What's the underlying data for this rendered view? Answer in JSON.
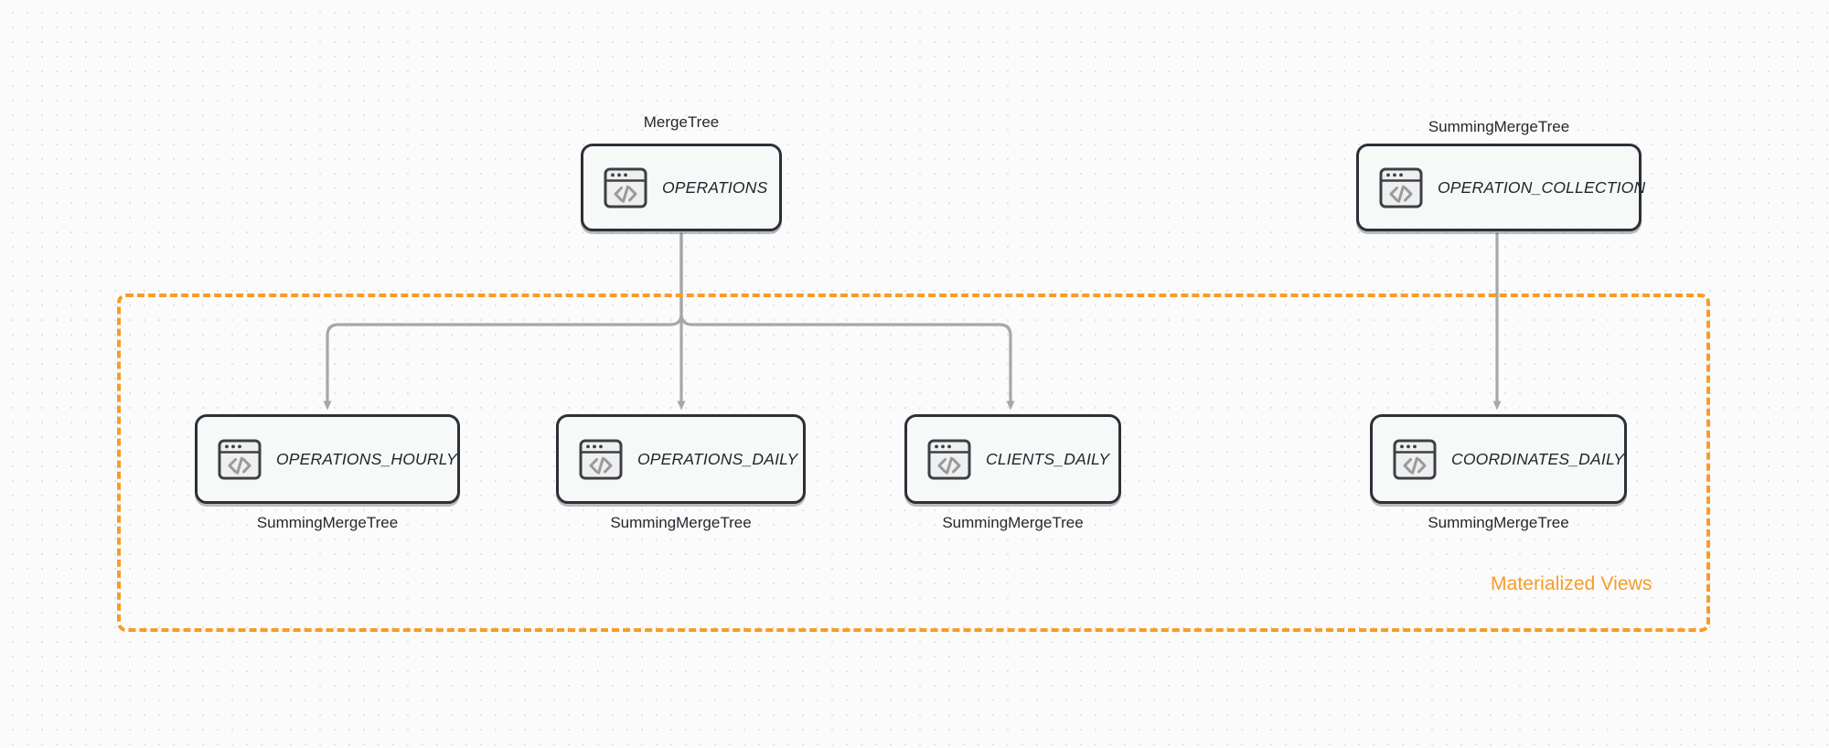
{
  "diagram": {
    "title": "ClickHouse table and materialized view topology",
    "background_color": "#fbfbfb",
    "accent_color": "#f79c27",
    "node_border_color": "#2b3038",
    "node_fill_color": "#f7f8f8",
    "edge_color": "#a7a7a7"
  },
  "group": {
    "label": "Materialized Views",
    "style": "dashed",
    "color": "#f79c27"
  },
  "nodes": [
    {
      "id": "operations",
      "label": "OPERATIONS",
      "caption": "MergeTree",
      "caption_position": "top",
      "icon": "code-window-icon"
    },
    {
      "id": "operation_collection",
      "label": "OPERATION_COLLECTION",
      "caption": "SummingMergeTree",
      "caption_position": "top",
      "icon": "code-window-icon"
    },
    {
      "id": "operations_hourly",
      "label": "OPERATIONS_HOURLY",
      "caption": "SummingMergeTree",
      "caption_position": "bottom",
      "icon": "code-window-icon"
    },
    {
      "id": "operations_daily",
      "label": "OPERATIONS_DAILY",
      "caption": "SummingMergeTree",
      "caption_position": "bottom",
      "icon": "code-window-icon"
    },
    {
      "id": "clients_daily",
      "label": "CLIENTS_DAILY",
      "caption": "SummingMergeTree",
      "caption_position": "bottom",
      "icon": "code-window-icon"
    },
    {
      "id": "coordinates_daily",
      "label": "COORDINATES_DAILY",
      "caption": "SummingMergeTree",
      "caption_position": "bottom",
      "icon": "code-window-icon"
    }
  ],
  "edges": [
    {
      "from": "operations",
      "to": "operations_hourly",
      "arrow": true
    },
    {
      "from": "operations",
      "to": "operations_daily",
      "arrow": true
    },
    {
      "from": "operations",
      "to": "clients_daily",
      "arrow": true
    },
    {
      "from": "operation_collection",
      "to": "coordinates_daily",
      "arrow": true
    }
  ]
}
